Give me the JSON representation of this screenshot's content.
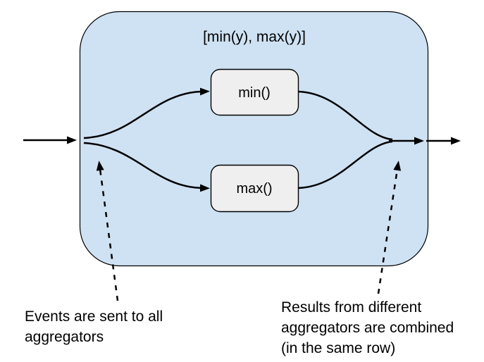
{
  "diagram": {
    "title": "[min(y), max(y)]",
    "nodes": [
      {
        "label": "min()"
      },
      {
        "label": "max()"
      }
    ],
    "annotations": {
      "left": {
        "lines": [
          "Events are sent to all",
          "aggregators"
        ]
      },
      "right": {
        "lines": [
          "Results from different",
          "aggregators are combined",
          "(in the same row)"
        ]
      }
    },
    "colors": {
      "container_fill": "#cfe2f3",
      "node_fill": "#efefef",
      "line": "#000000",
      "background": "#ffffff"
    }
  }
}
